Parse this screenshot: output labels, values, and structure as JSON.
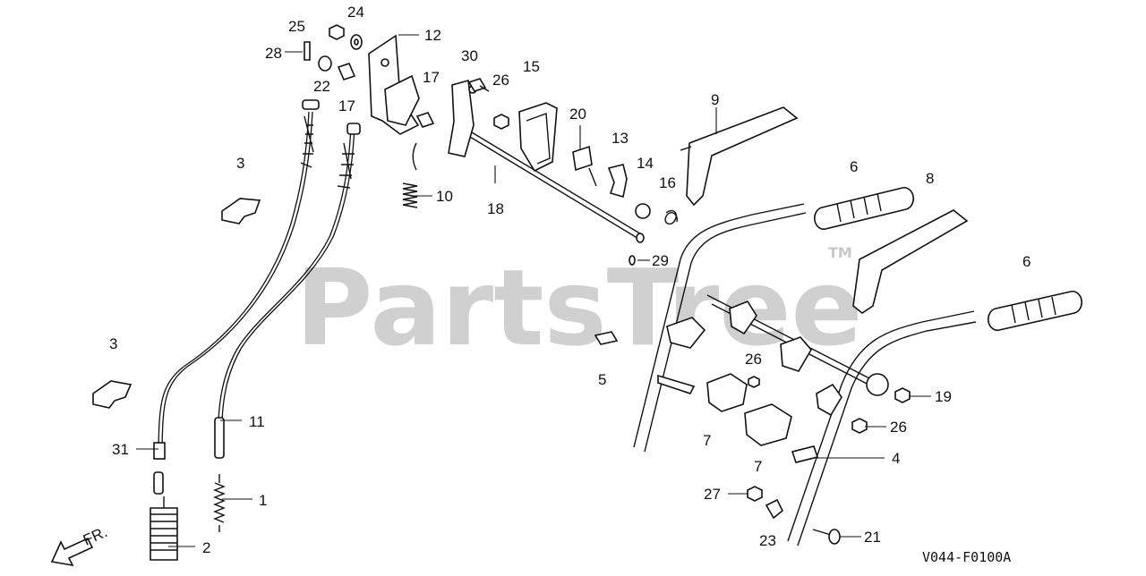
{
  "watermark": {
    "text": "PartsTree",
    "tm": "TM"
  },
  "diagram_code": "V044-F0100A",
  "direction_label": "FR.",
  "callouts": {
    "c1": "1",
    "c2": "2",
    "c3a": "3",
    "c3b": "3",
    "c4": "4",
    "c5": "5",
    "c6a": "6",
    "c6b": "6",
    "c7a": "7",
    "c7b": "7",
    "c8": "8",
    "c9": "9",
    "c10": "10",
    "c11": "11",
    "c12": "12",
    "c13": "13",
    "c14": "14",
    "c15": "15",
    "c16": "16",
    "c17a": "17",
    "c17b": "17",
    "c18": "18",
    "c19": "19",
    "c20": "20",
    "c21": "21",
    "c22": "22",
    "c23": "23",
    "c24": "24",
    "c25": "25",
    "c26a": "26",
    "c26b": "26",
    "c26c": "26",
    "c27": "27",
    "c28": "28",
    "c29": "29",
    "c30": "30",
    "c31": "31"
  }
}
